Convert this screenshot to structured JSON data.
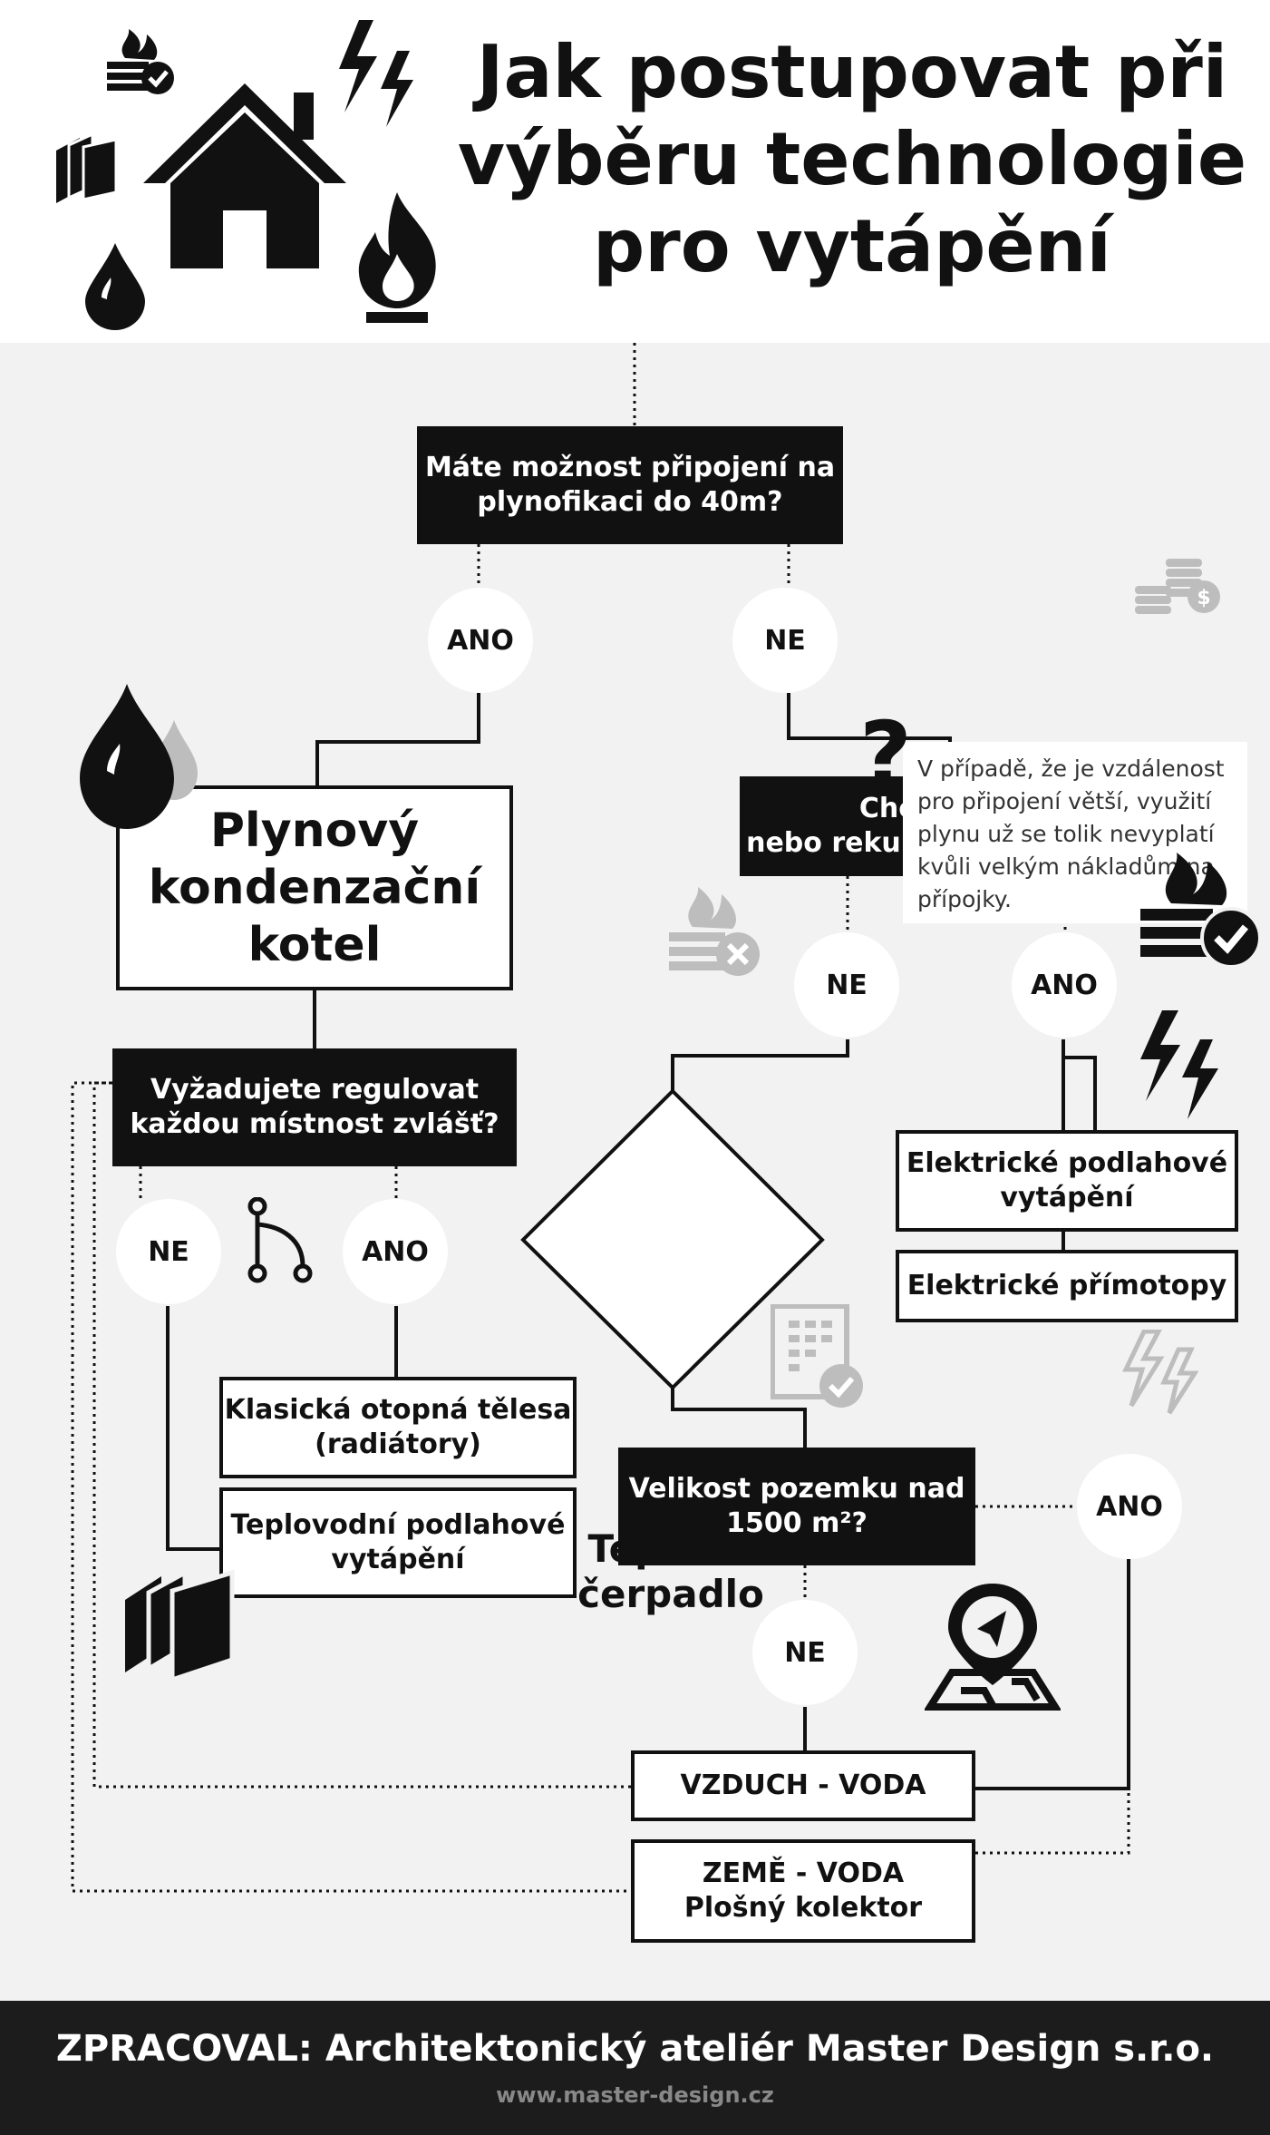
{
  "title_lines": [
    "Jak postupovat při",
    "výběru technologie",
    "pro vytápění"
  ],
  "nodes": {
    "q_gas": [
      "Máte možnost připojení na",
      "plynofikaci do 40m?"
    ],
    "gas_boiler": [
      "Plynový",
      "kondenzační",
      "kotel"
    ],
    "q_room": [
      "Vyžadujete regulovat",
      "každou místnost zvlášť?"
    ],
    "q_fireplace": [
      "Chcete krb,",
      "nebo rekuperaci vzduchu?"
    ],
    "heat_pump": [
      "Tepelné",
      "čerpadlo"
    ],
    "radiators": [
      "Klasická otopná tělesa",
      "(radiátory)"
    ],
    "water_floor": [
      "Teplovodní podlahové",
      "vytápění"
    ],
    "electric_floor": [
      "Elektrické podlahové",
      "vytápění"
    ],
    "electric_direct": [
      "Elektrické přímotopy"
    ],
    "q_land": [
      "Velikost pozemku nad",
      "1500 m²?"
    ],
    "air_water": [
      "VZDUCH - VODA"
    ],
    "ground_water": [
      "ZEMĚ - VODA",
      "Plošný kolektor"
    ]
  },
  "answers": {
    "gas_yes": "ANO",
    "gas_no": "NE",
    "fire_no": "NE",
    "fire_yes": "ANO",
    "room_no": "NE",
    "room_yes": "ANO",
    "land_yes": "ANO",
    "land_no": "NE"
  },
  "note": {
    "symbol": "?",
    "lines": [
      "V případě, že je vzdálenost",
      "pro připojení větší, využití",
      "plynu už se tolik nevyplatí",
      "kvůli velkým nákladům na",
      "přípojky."
    ]
  },
  "footer": {
    "credit": "ZPRACOVAL: Architektonický ateliér Master Design s.r.o.",
    "url": "www.master-design.cz"
  },
  "icons": [
    "house-icon",
    "fireplace-check-icon",
    "lightning-icon",
    "panels-icon",
    "drop-icon",
    "flame-icon",
    "drops-icon",
    "fireplace-cross-icon",
    "fireplace-check-icon",
    "lightning-icon",
    "branch-icon",
    "document-check-icon",
    "lightning-outline-icon",
    "panels-icon",
    "map-pin-icon",
    "coins-icon"
  ],
  "colors": {
    "dark": "#111111",
    "canvas": "#f2f2f2",
    "footer": "#1c1c1c",
    "muted_icon": "#bdbdbd"
  }
}
